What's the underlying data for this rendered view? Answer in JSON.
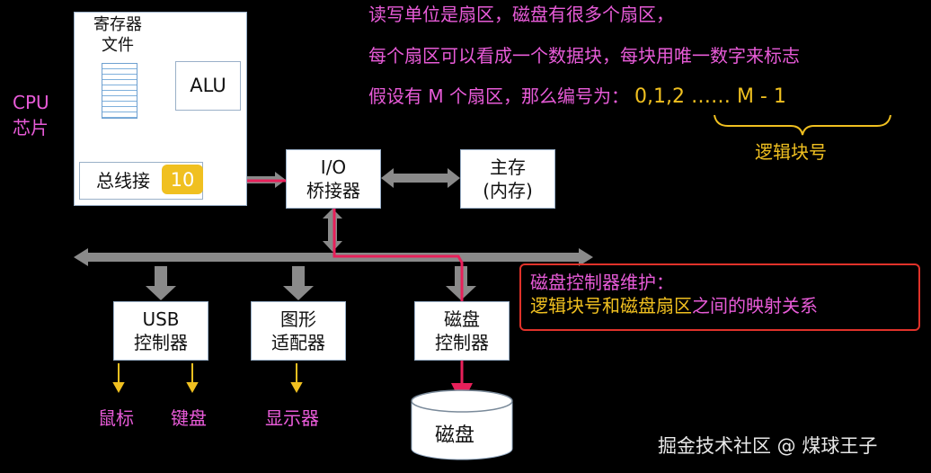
{
  "notes": {
    "line1": "读写单位是扇区，磁盘有很多个扇区，",
    "line2": "每个扇区可以看成一个数据块，每块用唯一数字来标志",
    "line3_prefix": "假设有 M 个扇区，那么编号为：",
    "line3_sequence": "0,1,2 …… M - 1",
    "brace_label": "逻辑块号"
  },
  "cpu": {
    "label_line1": "CPU",
    "label_line2": "芯片",
    "register_file_line1": "寄存器",
    "register_file_line2": "文件",
    "alu": "ALU",
    "bus_interface": "总线接",
    "badge": "10"
  },
  "io_bridge": {
    "line1": "I/O",
    "line2": "桥接器"
  },
  "main_memory": {
    "line1": "主存",
    "line2": "(内存)"
  },
  "controllers": {
    "usb": {
      "line1": "USB",
      "line2": "控制器"
    },
    "graphics": {
      "line1": "图形",
      "line2": "适配器"
    },
    "disk": {
      "line1": "磁盘",
      "line2": "控制器"
    }
  },
  "devices": {
    "mouse": "鼠标",
    "keyboard": "键盘",
    "display": "显示器",
    "disk": "磁盘"
  },
  "callout": {
    "line1": "磁盘控制器维护：",
    "line2_part1": "逻辑块号和磁盘扇区",
    "line2_part2": "之间的映射关系"
  },
  "watermark": "掘金技术社区 @ 煤球王子",
  "colors": {
    "background": "#000000",
    "pink_text": "#e85bd8",
    "yellow_text": "#f0c020",
    "path_red": "#e8205a",
    "callout_border": "#e0322a",
    "gray_arrow": "#8a8a8a"
  }
}
